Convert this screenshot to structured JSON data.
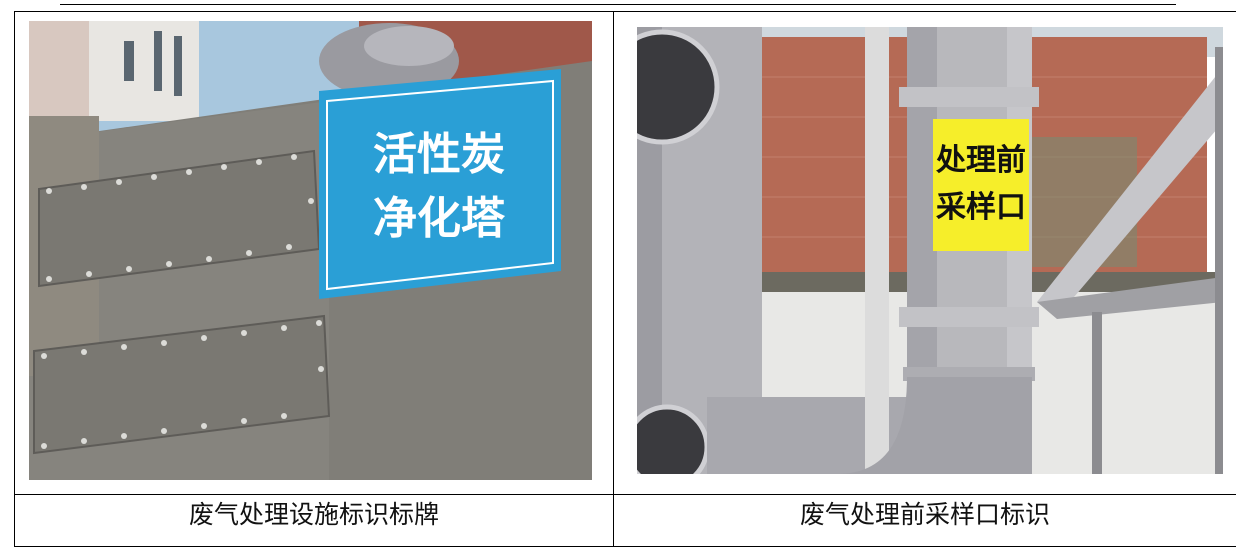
{
  "cells": [
    {
      "caption": "废气处理设施标识标牌",
      "sign_lines": [
        "活性炭",
        "净化塔"
      ]
    },
    {
      "caption": "废气处理前采样口标识",
      "sign_lines": [
        "处理前",
        "采样口"
      ]
    }
  ],
  "colors": {
    "blue_sign": "#2a9fd6",
    "yellow_sign": "#f6ee2a",
    "gray_tower": "#807e78",
    "gray_pipe": "#b8b8bc",
    "brick_wall": "#b56a55"
  }
}
